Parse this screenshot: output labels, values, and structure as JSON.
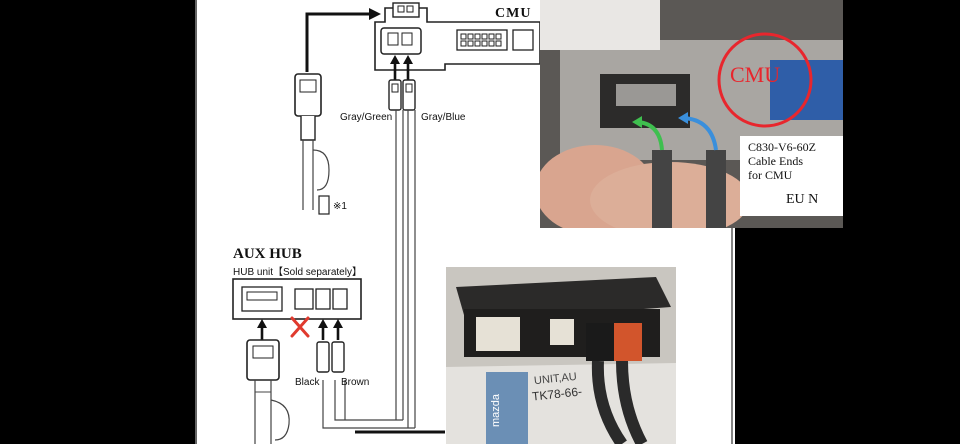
{
  "diagram": {
    "cmu_label": "CMU",
    "wire_left_label": "Gray/Green",
    "wire_right_label": "Gray/Blue",
    "note_marker": "※1",
    "aux_hub_title": "AUX HUB",
    "hub_unit_caption": "HUB unit【Sold separately】",
    "black_label": "Black",
    "brown_label": "Brown"
  },
  "photo_cmu": {
    "stamp_text": "CMU",
    "caption_lines": [
      "C830-V6-60Z",
      "Cable Ends",
      "for CMU"
    ],
    "region_text": "EU N",
    "colors": {
      "stamp": "#e8262d",
      "green_arrow": "#3fbf4f",
      "blue_arrow": "#3a8fdc"
    }
  },
  "photo_hub": {
    "box_text_line1": "UNIT,AU",
    "box_text_line2": "TK78-66-",
    "brand_text": "mazda",
    "colors": {
      "orange_plug": "#d2552c",
      "black_plug": "#1a1a1a"
    }
  }
}
